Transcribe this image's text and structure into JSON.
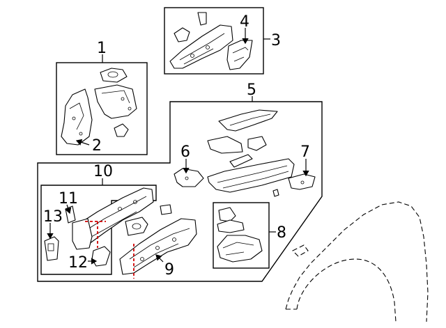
{
  "callouts": {
    "c1": "1",
    "c2": "2",
    "c3": "3",
    "c4": "4",
    "c5": "5",
    "c6": "6",
    "c7": "7",
    "c8": "8",
    "c9": "9",
    "c10": "10",
    "c11": "11",
    "c12": "12",
    "c13": "13"
  },
  "colors": {
    "line": "#000000",
    "cut_line": "#d00000",
    "background": "#ffffff"
  }
}
